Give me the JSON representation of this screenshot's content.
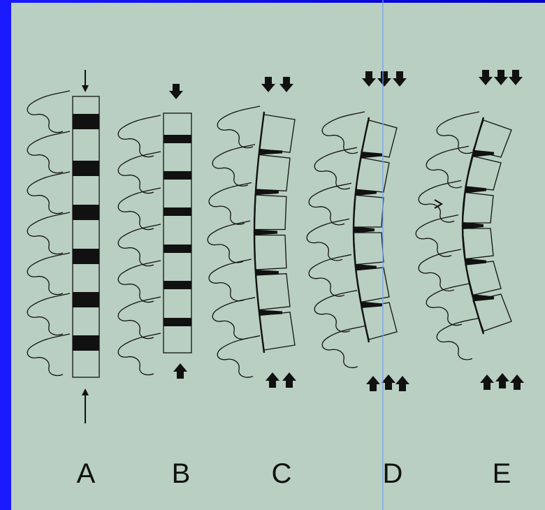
{
  "labels": {
    "a": "A",
    "b": "B",
    "c": "C",
    "d": "D",
    "e": "E"
  },
  "colors": {
    "slide_background": "#b9cfc1",
    "frame": "#0a0ad8",
    "ink": "#111111"
  }
}
